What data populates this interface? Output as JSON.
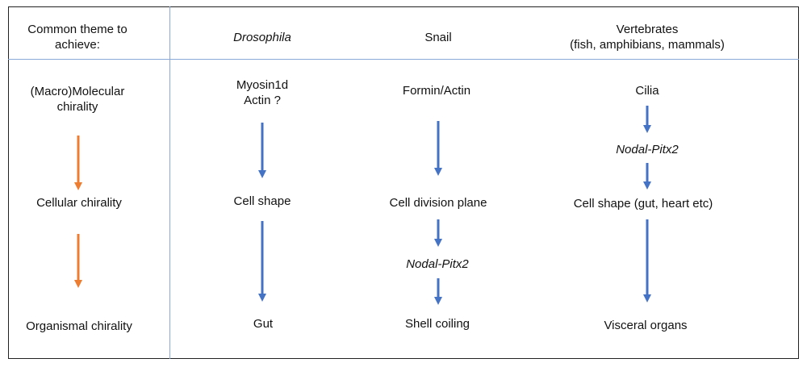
{
  "headers": {
    "theme_line1": "Common theme to",
    "theme_line2": "achieve:",
    "drosophila": "Drosophila",
    "snail": "Snail",
    "vertebrates_line1": "Vertebrates",
    "vertebrates_line2": "(fish, amphibians, mammals)"
  },
  "levels": {
    "molecular_line1": "(Macro)Molecular",
    "molecular_line2": "chirality",
    "cellular": "Cellular chirality",
    "organismal": "Organismal chirality"
  },
  "drosophila": {
    "molecular_line1": "Myosin1d",
    "molecular_line2": "Actin ?",
    "cellular": "Cell shape",
    "organismal": "Gut"
  },
  "snail": {
    "molecular": "Formin/Actin",
    "cellular": "Cell division plane",
    "intermediate": "Nodal-Pitx2",
    "organismal": "Shell coiling"
  },
  "vertebrates": {
    "molecular": "Cilia",
    "intermediate": "Nodal-Pitx2",
    "cellular": "Cell shape (gut, heart etc)",
    "organismal": "Visceral organs"
  },
  "colors": {
    "orange_arrow": "#ed7d31",
    "blue_arrow": "#4472c4",
    "grid_line": "#8aa8d8"
  }
}
